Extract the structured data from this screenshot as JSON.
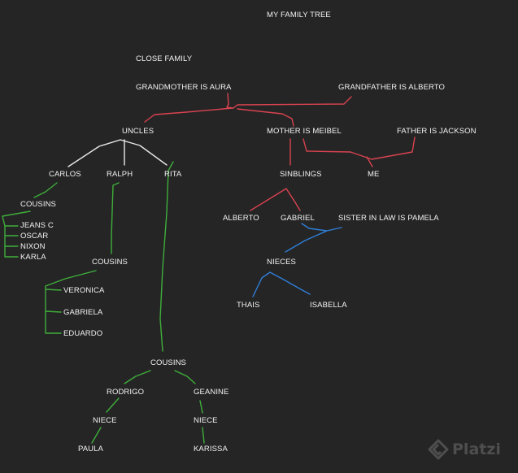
{
  "labels": {
    "title": "MY FAMILY TREE",
    "close_family": "CLOSE FAMILY",
    "grandmother": "GRANDMOTHER IS AURA",
    "grandfather": "GRANDFATHER IS ALBERTO",
    "uncles": "UNCLES",
    "mother": "MOTHER IS MEIBEL",
    "father": "FATHER IS JACKSON",
    "carlos": "CARLOS",
    "ralph": "RALPH",
    "rita": "RITA",
    "sinblings": "SINBLINGS",
    "me": "ME",
    "cousins_carlos": "COUSINS",
    "jeans": "JEANS C",
    "oscar": "OSCAR",
    "nixon": "NIXON",
    "karla": "KARLA",
    "alberto": "ALBERTO",
    "gabriel": "GABRIEL",
    "sister_in_law": "SISTER IN LAW IS PAMELA",
    "cousins_ralph": "COUSINS",
    "nieces": "NIECES",
    "veronica": "VERONICA",
    "gabriela": "GABRIELA",
    "eduardo": "EDUARDO",
    "thais": "THAIS",
    "isabella": "ISABELLA",
    "cousins_rita": "COUSINS",
    "rodrigo": "RODRIGO",
    "geanine": "GEANINE",
    "niece_rodrigo": "NIECE",
    "niece_geanine": "NIECE",
    "paula": "PAULA",
    "karissa": "KARISSA"
  },
  "watermark": {
    "text": "Platzi"
  },
  "colors": {
    "background": "#252526",
    "text": "#f2f2f2",
    "red": "#d8434f",
    "green": "#3fae3a",
    "blue": "#2f7fd6",
    "white": "#e8e8e8"
  }
}
